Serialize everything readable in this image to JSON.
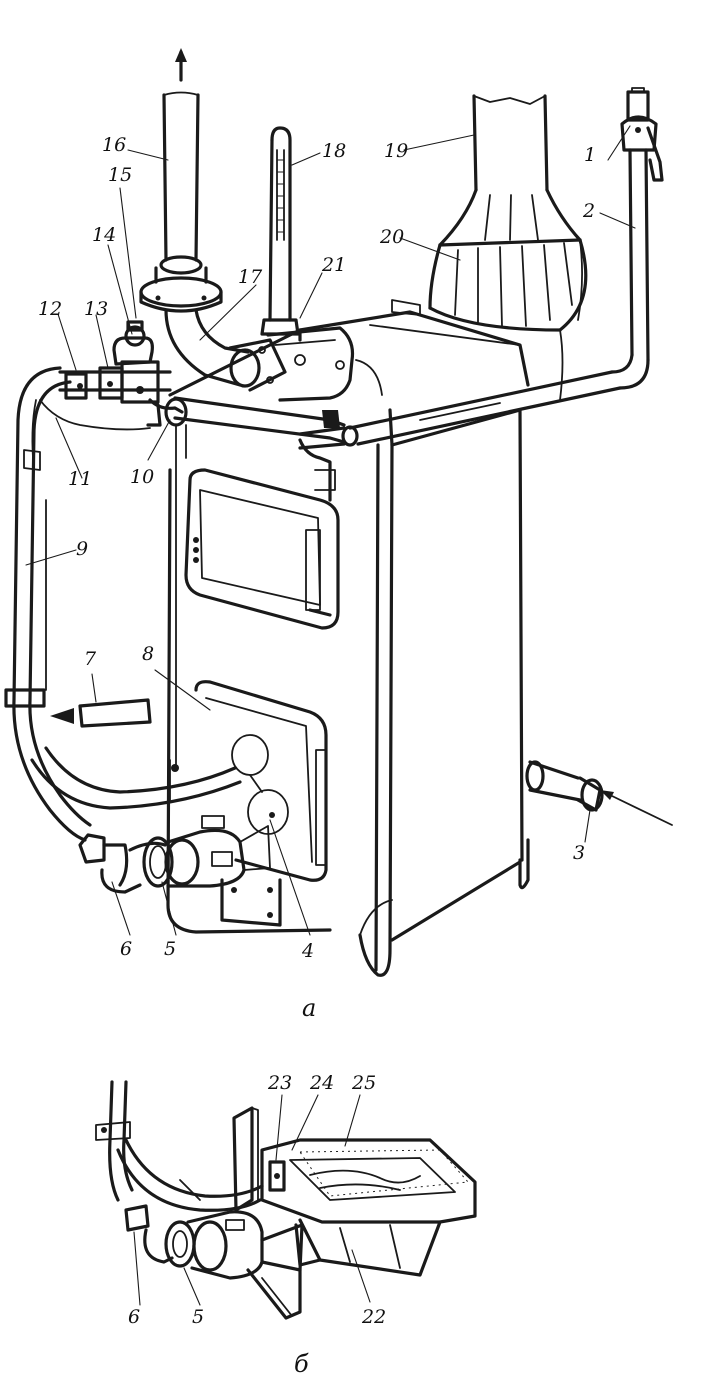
{
  "figure_a": {
    "caption": "а",
    "labels": [
      "1",
      "2",
      "3",
      "4",
      "5",
      "6",
      "7",
      "8",
      "9",
      "10",
      "11",
      "12",
      "13",
      "14",
      "15",
      "16",
      "17",
      "18",
      "19",
      "20",
      "21"
    ]
  },
  "figure_b": {
    "caption": "б",
    "labels": [
      "5",
      "6",
      "22",
      "23",
      "24",
      "25"
    ]
  }
}
